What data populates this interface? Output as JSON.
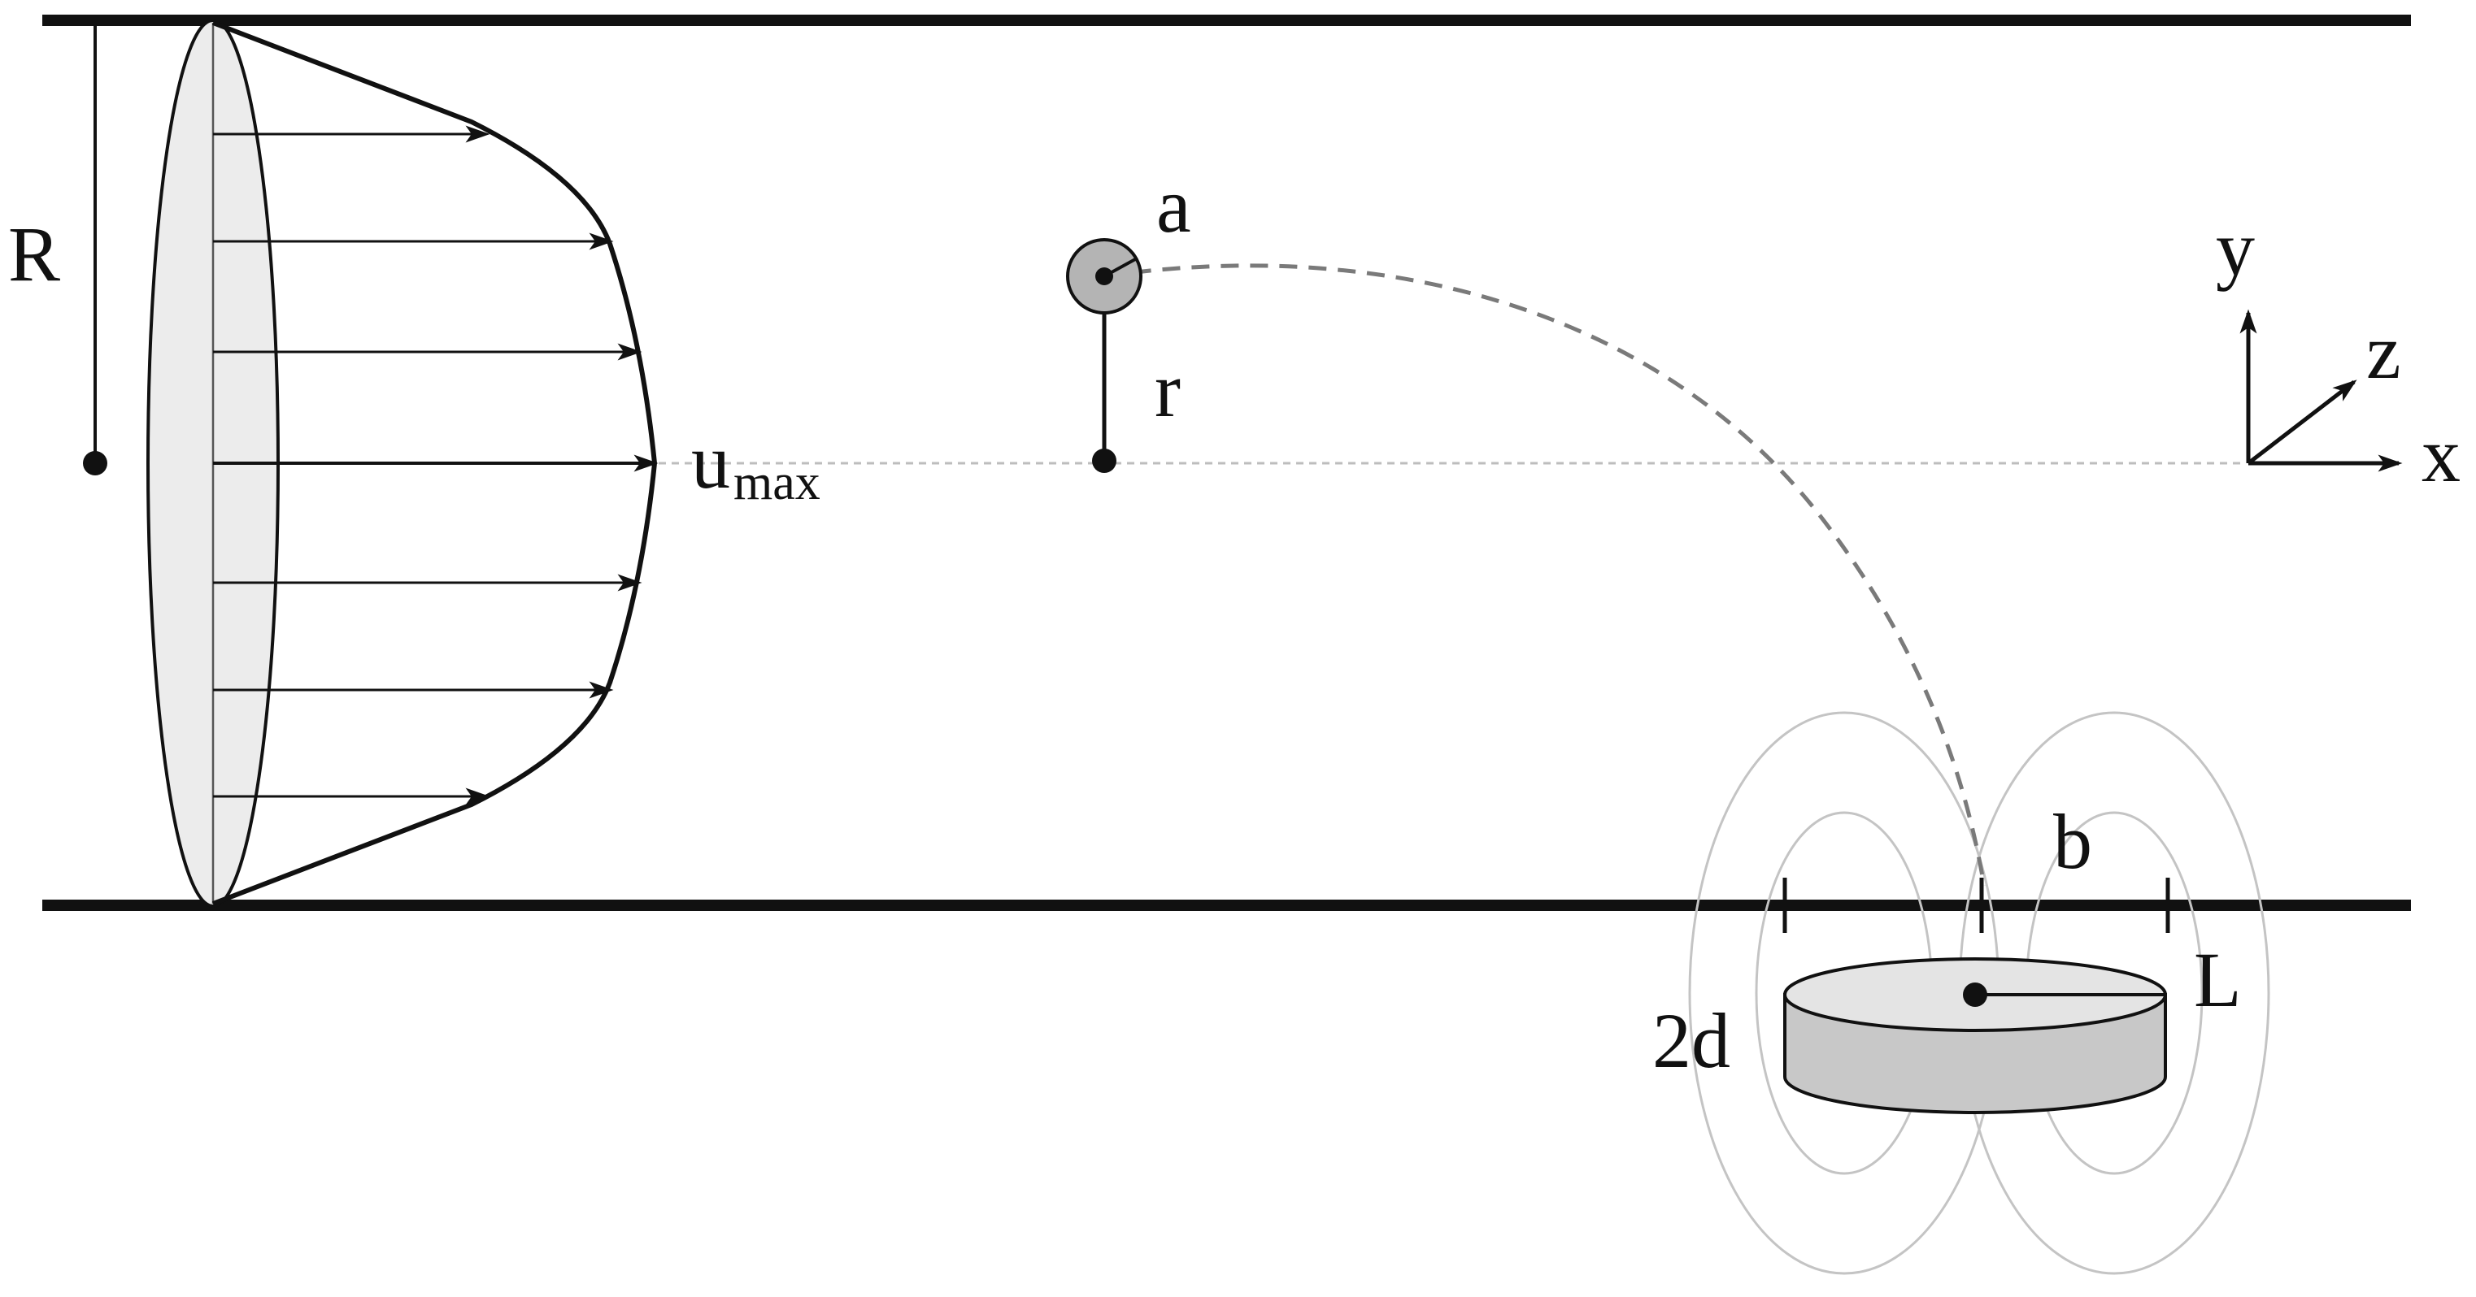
{
  "labels": {
    "radius_R": "R",
    "u_max_main": "u",
    "u_max_sub": "max",
    "particle_radius_a": "a",
    "particle_position_r": "r",
    "magnet_width_b": "b",
    "magnet_length_L": "L",
    "magnet_thickness_2d": "2d",
    "axis_x": "x",
    "axis_y": "y",
    "axis_z": "z"
  },
  "colors": {
    "line": "#111111",
    "lens_fill": "#ececec",
    "particle_fill": "#b4b4b4",
    "magnet_top": "#e4e4e4",
    "magnet_side": "#c8c8c8",
    "field_lines": "#c4c4c4",
    "trajectory": "#7a7a7a",
    "centerline": "#bdbdbd"
  },
  "icons": {
    "particle": "circle-particle",
    "magnet": "cylinder-magnet",
    "axes": "xyz-axes"
  }
}
